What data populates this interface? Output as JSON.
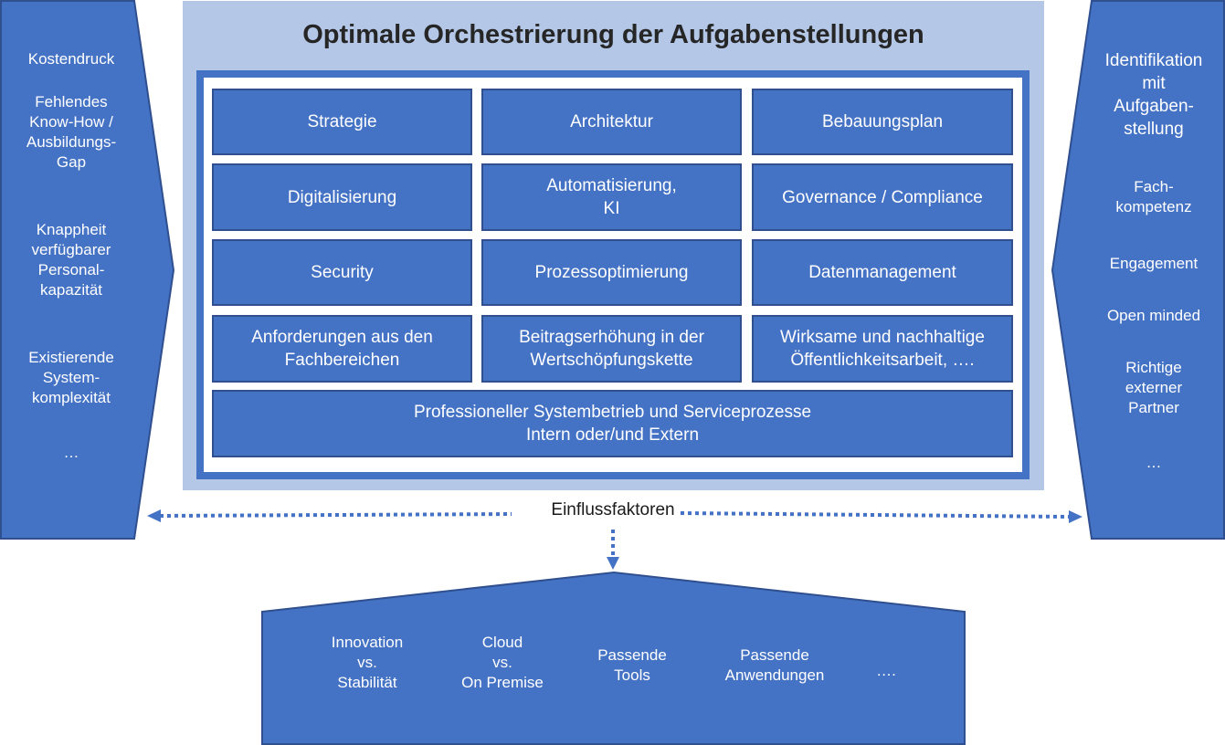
{
  "title": "Optimale Orchestrierung der Aufgabenstellungen",
  "colors": {
    "primary_blue": "#4472c4",
    "outer_frame": "#b4c7e7",
    "cell_border": "#2f4f8f",
    "arrow": "#4472c4"
  },
  "left_panel": {
    "items": [
      "Kostendruck",
      "Fehlendes\nKnow-How /\nAusbildungs-\nGap",
      "Knappheit\nverfügbarer\nPersonal-\nkapazität",
      "Existierende\nSystem-\nkomplexität",
      "…"
    ]
  },
  "right_panel": {
    "items": [
      "Identifikation\nmit\nAufgaben-\nstellung",
      "Fach-\nkompetenz",
      "Engagement",
      "Open minded",
      "Richtige\nexterner\nPartner",
      "…"
    ]
  },
  "grid": {
    "rows": [
      [
        "Strategie",
        "Architektur",
        "Bebauungsplan"
      ],
      [
        "Digitalisierung",
        "Automatisierung,\nKI",
        "Governance / Compliance"
      ],
      [
        "Security",
        "Prozessoptimierung",
        "Datenmanagement"
      ],
      [
        "Anforderungen aus den\nFachbereichen",
        "Beitragserhöhung in der\nWertschöpfungskette",
        "Wirksame und nachhaltige\nÖffentlichkeitsarbeit, …."
      ]
    ],
    "footer": "Professioneller Systembetrieb und Serviceprozesse\nIntern oder/und Extern"
  },
  "influence_label": "Einflussfaktoren",
  "bottom_panel": {
    "items": [
      "Innovation\nvs.\nStabilität",
      "Cloud\nvs.\nOn Premise",
      "Passende\nTools",
      "Passende\nAnwendungen",
      "…."
    ]
  }
}
